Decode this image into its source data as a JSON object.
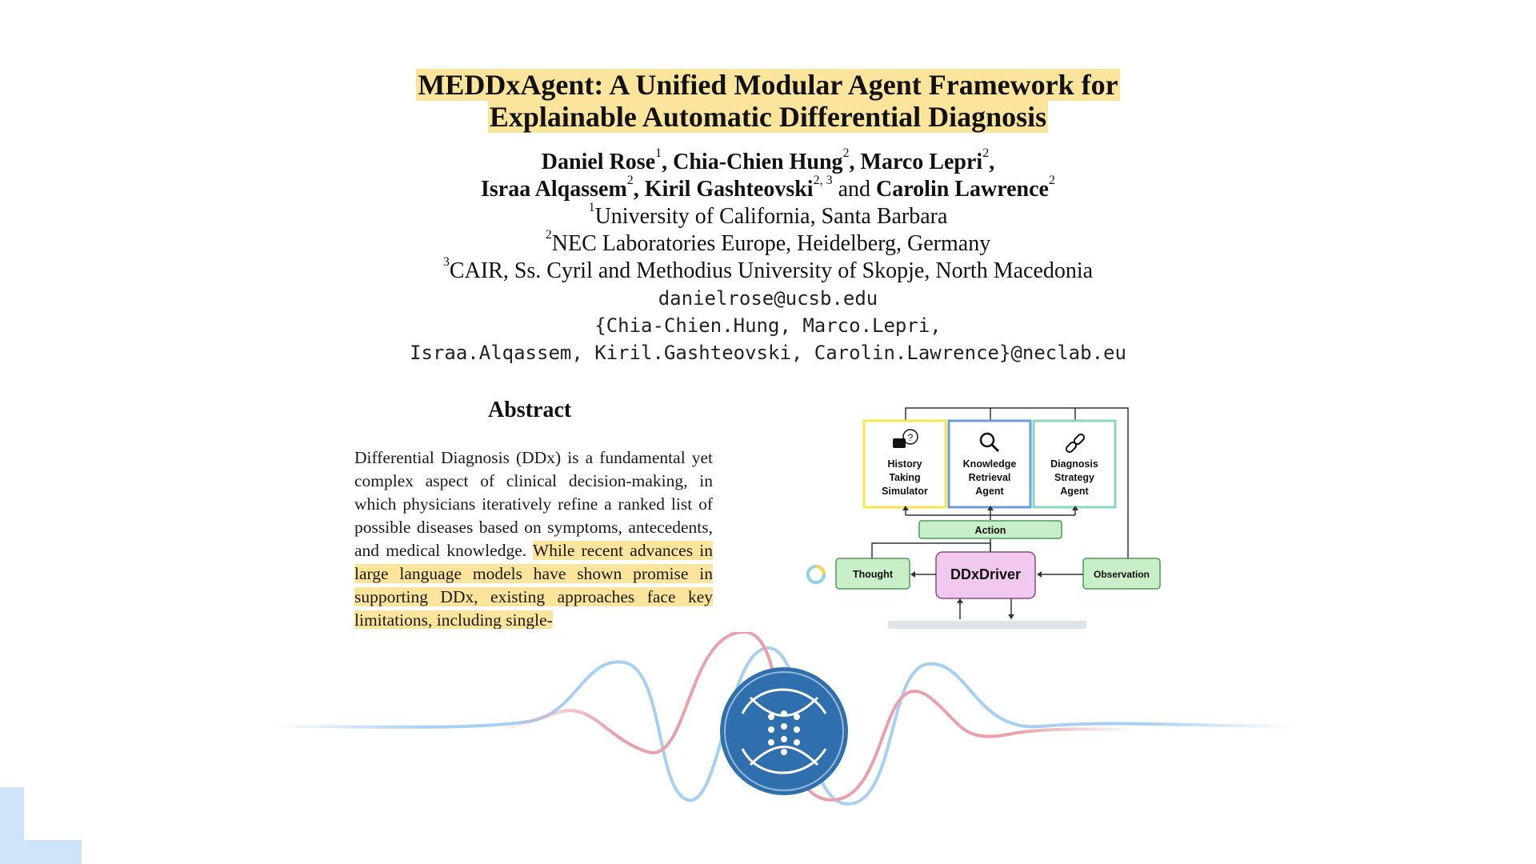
{
  "paper": {
    "title_line1": "MEDDxAgent: A Unified Modular Agent Framework for",
    "title_line2": "Explainable Automatic Differential Diagnosis",
    "authors_line1": [
      {
        "name": "Daniel Rose",
        "sup": "1",
        "sep": ", "
      },
      {
        "name": "Chia-Chien Hung",
        "sup": "2",
        "sep": ", "
      },
      {
        "name": "Marco Lepri",
        "sup": "2",
        "sep": ","
      }
    ],
    "authors_line2": [
      {
        "name": "Israa Alqassem",
        "sup": "2",
        "sep": ", "
      },
      {
        "name": "Kiril Gashteovski",
        "sup": "2, 3",
        "sep": " and "
      },
      {
        "name": "Carolin Lawrence",
        "sup": "2",
        "sep": ""
      }
    ],
    "affiliations": [
      {
        "sup": "1",
        "text": "University of California, Santa Barbara"
      },
      {
        "sup": "2",
        "text": "NEC Laboratories Europe, Heidelberg, Germany"
      },
      {
        "sup": "3",
        "text": "CAIR, Ss. Cyril and Methodius University of Skopje, North Macedonia"
      }
    ],
    "emails": [
      "danielrose@ucsb.edu",
      "{Chia-Chien.Hung, Marco.Lepri,",
      "Israa.Alqassem, Kiril.Gashteovski, Carolin.Lawrence}@neclab.eu"
    ],
    "abstract_heading": "Abstract",
    "abstract_plain": "Differential Diagnosis (DDx) is a fundamental yet complex aspect of clinical decision-making, in which physicians iteratively refine a ranked list of possible diseases based on symptoms, antecedents, and medical knowledge. ",
    "abstract_highlight": "While recent advances in large language models have shown promise in supporting DDx, existing approaches face key limitations, including single-"
  },
  "diagram": {
    "modules": [
      {
        "label": "History Taking Simulator",
        "color": "#f4e64e",
        "icon": "chat-question-icon"
      },
      {
        "label": "Knowledge Retrieval Agent",
        "color": "#6f9bd8",
        "icon": "magnifier-icon"
      },
      {
        "label": "Diagnosis Strategy Agent",
        "color": "#88d6c6",
        "icon": "link-icon"
      }
    ],
    "action_label": "Action",
    "thought_label": "Thought",
    "driver_label": "DDxDriver",
    "observation_label": "Observation",
    "colors": {
      "green_box": "#c9efc8",
      "green_stroke": "#4e9a55",
      "driver_fill": "#f1c9ee",
      "driver_stroke": "#8a4c84"
    }
  },
  "decor": {
    "wave_blue": "#a7cff2",
    "wave_red": "#e9a0a8",
    "logo_color": "#2f6fae",
    "corner_color": "#cfe3fb"
  }
}
